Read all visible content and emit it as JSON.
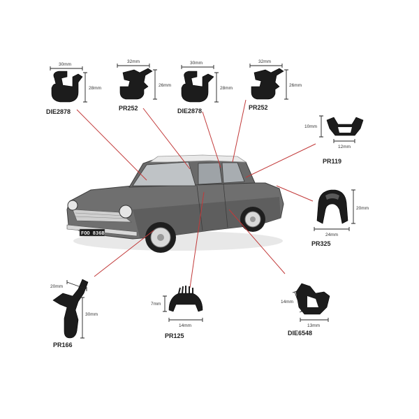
{
  "diagram": {
    "car": {
      "registration": "FOO 836B"
    },
    "seals": [
      {
        "code": "DIE2878",
        "width": "30mm",
        "height": "28mm"
      },
      {
        "code": "PR252",
        "width": "32mm",
        "height": "26mm"
      },
      {
        "code": "DIE2878",
        "width": "30mm",
        "height": "28mm"
      },
      {
        "code": "PR252",
        "width": "32mm",
        "height": "26mm"
      },
      {
        "code": "PR119",
        "width": "12mm",
        "height": "10mm"
      },
      {
        "code": "PR325",
        "width": "24mm",
        "height": "20mm"
      },
      {
        "code": "PR166",
        "width": "20mm",
        "height": "30mm"
      },
      {
        "code": "PR125",
        "width": "14mm",
        "height": "7mm"
      },
      {
        "code": "DIE6548",
        "width": "13mm",
        "height": "14mm"
      }
    ]
  },
  "colors": {
    "leader": "#c23a3a",
    "car_body": "#6f6f6f",
    "car_roof": "#e9e9e9",
    "seal": "#1c1c1c"
  }
}
